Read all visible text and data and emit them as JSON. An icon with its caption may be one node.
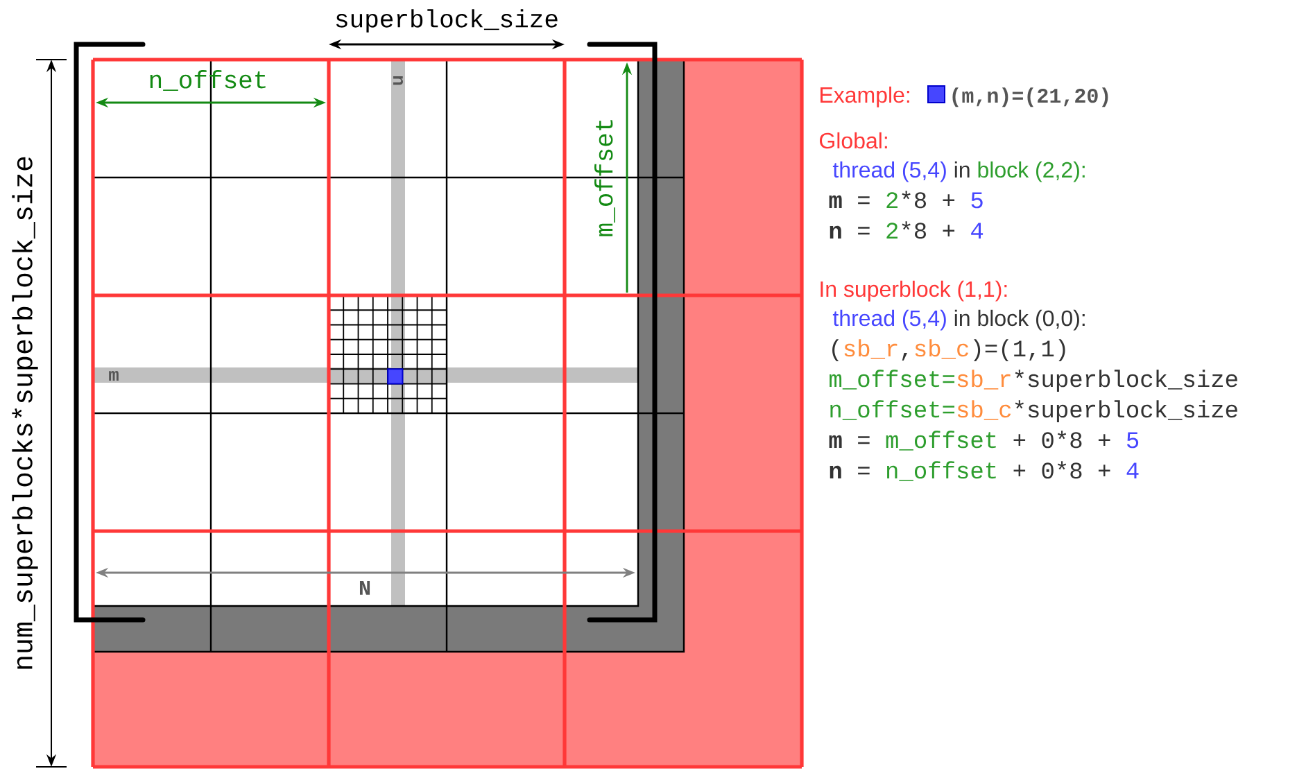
{
  "diagram": {
    "labels": [
      "superblock_size",
      "n_offset",
      "n",
      "m_offset",
      "num_superblocks*superblock_size",
      "m",
      "N",
      "Example:",
      "(m,n)=(21,20)",
      "Global:",
      "thread (5,4)",
      "in",
      "block (2,2):",
      "**m** =",
      "2",
      "*8 +",
      "5",
      "**n** =",
      "2",
      "*8 +",
      "4",
      "In superblock (1,1):",
      "thread (5,4)",
      "in block (0,0):",
      "(",
      "sb_r",
      ",",
      "sb_c",
      ")=(1,1)",
      "m_offset=",
      "sb_r",
      "*superblock_size",
      "n_offset=",
      "sb_c",
      "*superblock_size",
      "**m** =",
      "m_offset",
      "+ 0*8 +",
      "5",
      "**n** =",
      "n_offset",
      "+ 0*8 +",
      "4"
    ]
  }
}
